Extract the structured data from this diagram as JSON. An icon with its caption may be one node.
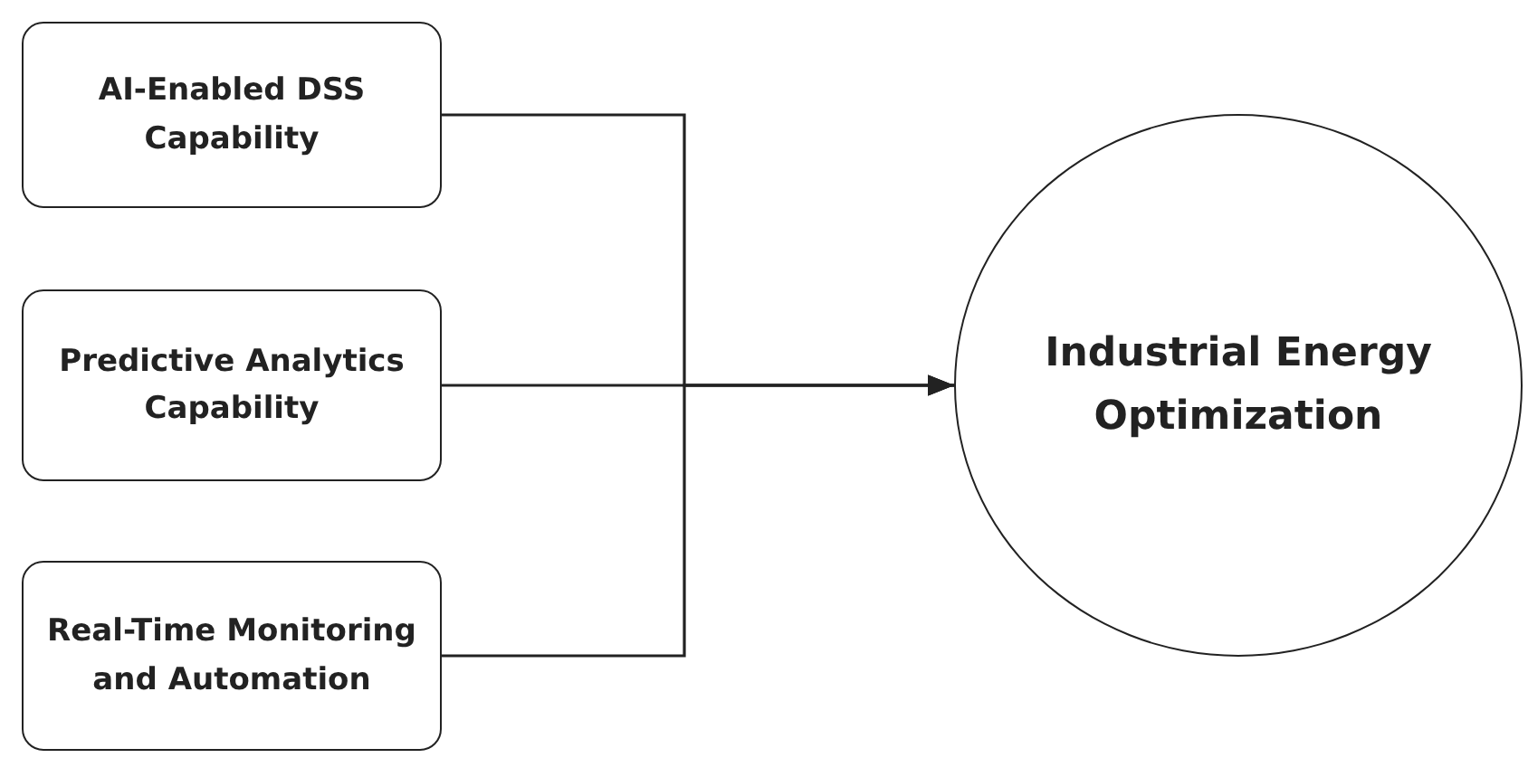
{
  "diagram": {
    "nodes": [
      {
        "text": [
          "AI-Enabled DSS Capability"
        ]
      },
      {
        "text": [
          "Predictive Analytics Capability"
        ]
      },
      {
        "text": [
          "Real-Time Monitoring and Automation"
        ]
      },
      {
        "text": [
          "Industrial Energy Optimization"
        ]
      }
    ],
    "edges": [
      {
        "from": 0,
        "to": 3,
        "arrow": "to"
      },
      {
        "from": 1,
        "to": 3,
        "arrow": "to"
      },
      {
        "from": 2,
        "to": 3,
        "arrow": "to"
      }
    ]
  }
}
